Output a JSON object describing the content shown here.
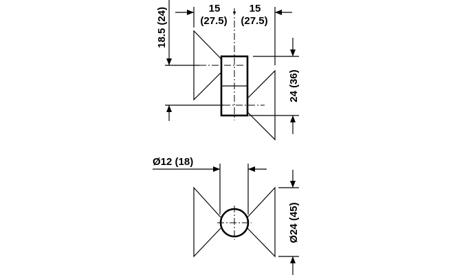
{
  "drawing": {
    "side_view": {
      "height_dim": "18.5 (24)",
      "left_width_dim": "15",
      "left_width_dim_alt": "(27.5)",
      "right_width_dim": "15",
      "right_width_dim_alt": "(27.5)",
      "body_height_dim": "24 (36)"
    },
    "front_view": {
      "hole_diameter_dim": "Ø12 (18)",
      "outer_diameter_dim": "Ø24 (45)"
    }
  }
}
